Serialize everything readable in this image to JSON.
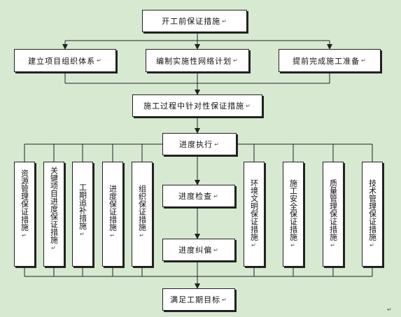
{
  "top": {
    "label": "开工前保证措施"
  },
  "prep": [
    {
      "label": "建立项目组织体系"
    },
    {
      "label": "编制实施性网络计划"
    },
    {
      "label": "提前完成施工准备"
    }
  ],
  "process": {
    "label": "施工过程中针对性保证措施"
  },
  "execution": {
    "label": "进度执行"
  },
  "left_measures": [
    {
      "label": "资源管理保证措施"
    },
    {
      "label": "关键项目进度保证措施"
    },
    {
      "label": "工期追补措施"
    },
    {
      "label": "进度保证措施"
    },
    {
      "label": "组织保证措施"
    }
  ],
  "right_measures": [
    {
      "label": "环境文明保证措施"
    },
    {
      "label": "施工安全保证措施"
    },
    {
      "label": "质量管理保证措施"
    },
    {
      "label": "技术管理保证措施"
    }
  ],
  "center_steps": [
    {
      "label": "进度检查"
    },
    {
      "label": "进度纠偏"
    }
  ],
  "goal": {
    "label": "满足工期目标"
  },
  "mark": "↵",
  "colors": {
    "background": "#d7e9d1",
    "box": "#ffffff",
    "line": "#222222"
  }
}
